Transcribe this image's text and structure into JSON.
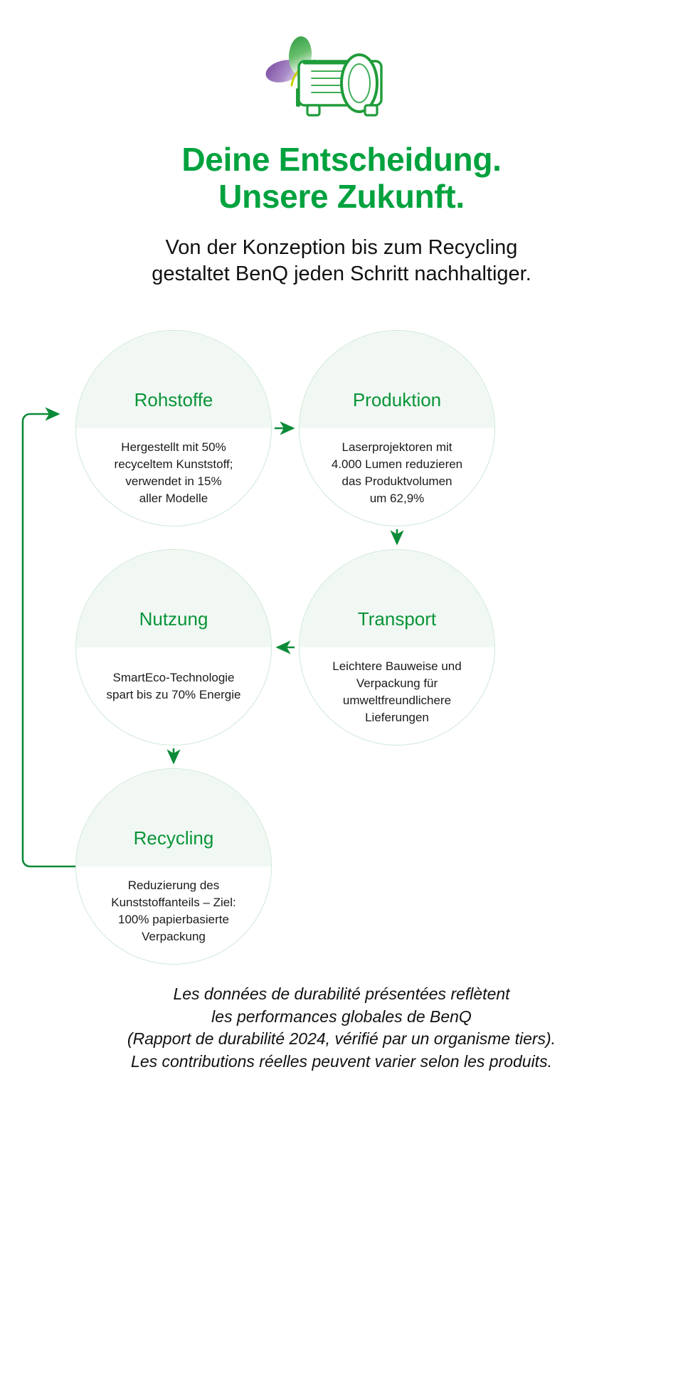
{
  "header": {
    "icon_name": "eco-projector-icon",
    "title_lines": [
      "Deine Entscheidung.",
      "Unsere Zukunft."
    ],
    "subtitle_lines": [
      "Von der Konzeption bis zum Recycling",
      "gestaltet BenQ jeden Schritt nachhaltiger."
    ]
  },
  "colors": {
    "brand_green": "#00a23e",
    "title_green": "#0a9438",
    "circle_fill": "#f1f8f3",
    "circle_border": "#cfe8d6",
    "arrow_green": "#0b8a37",
    "text_black": "#111111",
    "leaf_purple": "#8d5fae",
    "leaf_green": "#3faa4a",
    "stem_yellow": "#c9d20a"
  },
  "diagram": {
    "type": "cycle",
    "nodes": [
      {
        "id": "rohstoffe",
        "title": "Rohstoffe",
        "body": "Hergestellt mit 50%\nrecyceltem Kunststoff;\nverwendet in 15%\naller Modelle"
      },
      {
        "id": "produktion",
        "title": "Produktion",
        "body": "Laserprojektoren mit\n4.000 Lumen reduzieren\ndas Produktvolumen\num 62,9%"
      },
      {
        "id": "nutzung",
        "title": "Nutzung",
        "body": "SmartEco-Technologie\nspart bis zu 70% Energie"
      },
      {
        "id": "transport",
        "title": "Transport",
        "body": "Leichtere Bauweise und\nVerpackung für\numweltfreundlichere\nLieferungen"
      },
      {
        "id": "recycling",
        "title": "Recycling",
        "body": "Reduzierung des\nKunststoffanteils – Ziel:\n100% papierbasierte\nVerpackung"
      }
    ],
    "arrows": [
      {
        "name": "arrow-rohstoffe-to-produktion",
        "direction": "right"
      },
      {
        "name": "arrow-produktion-to-transport",
        "direction": "down"
      },
      {
        "name": "arrow-transport-to-nutzung",
        "direction": "left"
      },
      {
        "name": "arrow-nutzung-to-recycling",
        "direction": "down"
      },
      {
        "name": "arrow-recycling-to-rohstoffe",
        "direction": "loop-left-up"
      }
    ]
  },
  "footer": {
    "lines": [
      "Les données de durabilité présentées reflètent",
      "les performances globales de BenQ",
      "(Rapport de durabilité 2024, vérifié par un organisme tiers).",
      "Les contributions réelles peuvent varier selon les produits."
    ]
  }
}
